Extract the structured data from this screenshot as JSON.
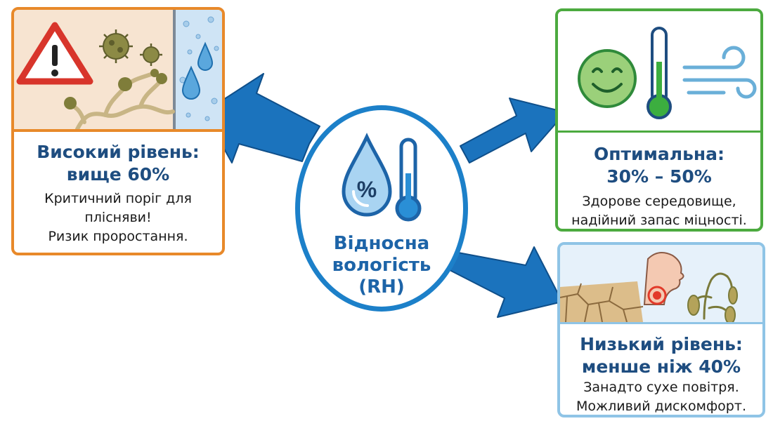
{
  "center": {
    "label_lines": [
      "Відносна",
      "вологість",
      "(RH)"
    ],
    "percent_symbol": "%",
    "icons": [
      "water-drop-icon",
      "thermometer-icon"
    ]
  },
  "high": {
    "title_lines": [
      "Високий рівень:",
      "вище 60%"
    ],
    "desc_lines": [
      "Критичний поріг для",
      "плісняви!",
      "Ризик проростання."
    ],
    "icons": [
      "warning-icon",
      "mold-spore-icon",
      "mold-growth-icon",
      "condensation-drops-icon"
    ]
  },
  "optimal": {
    "title_lines": [
      "Оптимальна:",
      "30% – 50%"
    ],
    "desc_lines": [
      "Здорове середовище,",
      "надійний запас міцності."
    ],
    "icons": [
      "smiley-face-icon",
      "thermometer-icon",
      "wind-icon"
    ]
  },
  "low": {
    "title_lines": [
      "Низький рівень:",
      "менше ніж 40%"
    ],
    "desc_lines": [
      "Занадто сухе повітря.",
      "Можливий дискомфорт."
    ],
    "icons": [
      "cracked-earth-icon",
      "irritated-throat-icon",
      "wilted-plant-icon"
    ]
  },
  "colors": {
    "high": "#e8892a",
    "optimal": "#4caa3f",
    "low": "#8fc4e6",
    "center": "#1c80c9",
    "arrow": "#1b73bd",
    "title_text": "#1e4d80"
  }
}
